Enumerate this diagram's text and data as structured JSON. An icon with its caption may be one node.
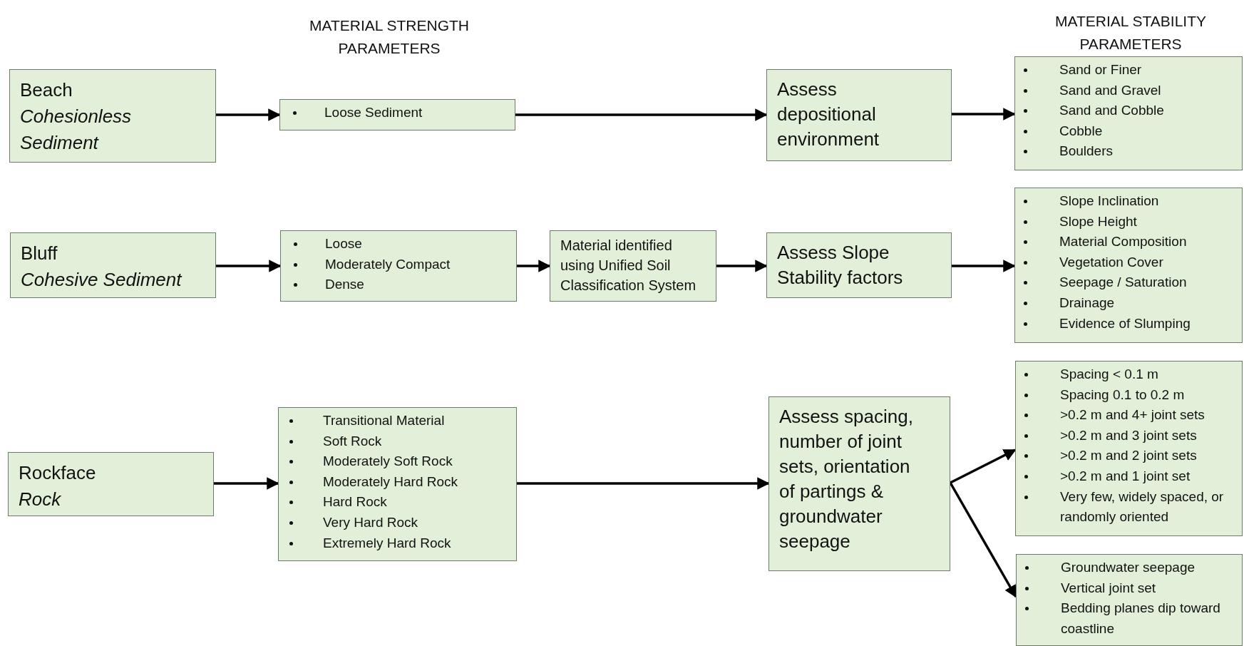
{
  "diagram": {
    "nodes": [
      {
        "text": [
          "Beach",
          "Cohesionless Sediment"
        ]
      },
      {
        "text": [
          "Loose Sediment"
        ]
      },
      {
        "text": [
          "Assess depositional environment"
        ]
      },
      {
        "text": [
          "Sand or Finer",
          "Sand and Gravel",
          "Sand and Cobble",
          "Cobble",
          "Boulders"
        ]
      },
      {
        "text": [
          "Bluff",
          "Cohesive Sediment"
        ]
      },
      {
        "text": [
          "Loose",
          "Moderately Compact",
          "Dense"
        ]
      },
      {
        "text": [
          "Material identified using Unified Soil Classification System"
        ]
      },
      {
        "text": [
          "Assess Slope Stability factors"
        ]
      },
      {
        "text": [
          "Slope Inclination",
          "Slope Height",
          "Material Composition",
          "Vegetation Cover",
          "Seepage / Saturation",
          "Drainage",
          "Evidence of Slumping"
        ]
      },
      {
        "text": [
          "Rockface",
          "Rock"
        ]
      },
      {
        "text": [
          "Transitional Material",
          "Soft Rock",
          "Moderately Soft Rock",
          "Moderately Hard Rock",
          "Hard Rock",
          "Very Hard Rock",
          "Extremely Hard Rock"
        ]
      },
      {
        "text": [
          "Assess spacing, number of joint sets, orientation of partings & groundwater seepage"
        ]
      },
      {
        "text": [
          "Spacing < 0.1 m",
          "Spacing 0.1 to 0.2 m",
          ">0.2 m and 4+ joint sets",
          ">0.2 m and 3 joint sets",
          ">0.2 m and 2 joint sets",
          ">0.2 m and 1 joint set",
          "Very few, widely spaced, or randomly oriented"
        ]
      },
      {
        "text": [
          "Groundwater seepage",
          "Vertical joint set",
          "Bedding planes dip toward coastline"
        ]
      }
    ],
    "edges": [
      {
        "from": 0,
        "to": 1,
        "arrow": "to"
      },
      {
        "from": 1,
        "to": 2,
        "arrow": "to"
      },
      {
        "from": 2,
        "to": 3,
        "arrow": "to"
      },
      {
        "from": 4,
        "to": 5,
        "arrow": "to"
      },
      {
        "from": 5,
        "to": 6,
        "arrow": "to"
      },
      {
        "from": 6,
        "to": 7,
        "arrow": "to"
      },
      {
        "from": 7,
        "to": 8,
        "arrow": "to"
      },
      {
        "from": 9,
        "to": 10,
        "arrow": "to"
      },
      {
        "from": 10,
        "to": 11,
        "arrow": "to"
      },
      {
        "from": 11,
        "to": 12,
        "arrow": "to"
      },
      {
        "from": 11,
        "to": 13,
        "arrow": "to"
      }
    ],
    "labels": [
      "MATERIAL STRENGTH PARAMETERS",
      "MATERIAL STABILITY PARAMETERS"
    ]
  }
}
